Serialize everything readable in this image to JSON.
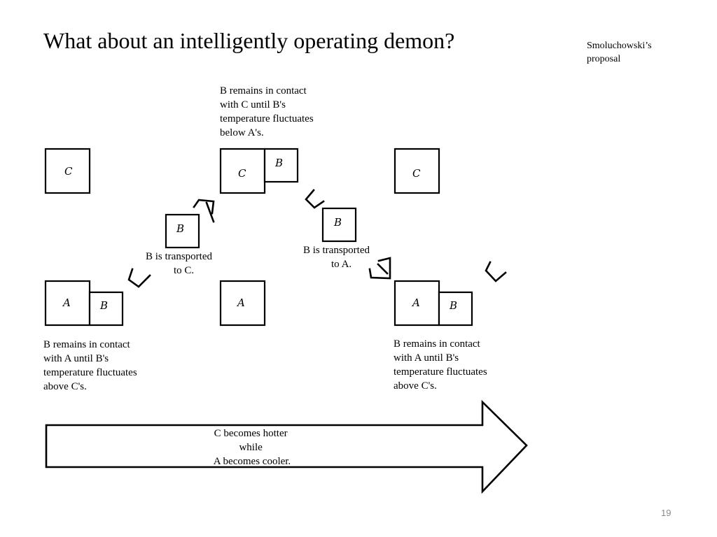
{
  "slide": {
    "title": "What about an intelligently  operating demon?",
    "side_note": [
      "Smoluchowski’s",
      "proposal"
    ],
    "page_number": "19"
  },
  "diagram": {
    "box_labels": {
      "A": "A",
      "B": "B",
      "C": "C"
    },
    "captions": {
      "top": [
        "B remains in contact",
        "with C until B's",
        "temperature fluctuates",
        "below A's."
      ],
      "left_bottom": [
        "B remains in contact",
        "with A until B's",
        "temperature fluctuates",
        "above C's."
      ],
      "right_bottom": [
        "B remains in contact",
        "with A until B's",
        "temperature fluctuates",
        "above C's."
      ],
      "transport_to_c": [
        "B is transported",
        "to C."
      ],
      "transport_to_a": [
        "B is transported",
        "to A."
      ]
    },
    "arrow_text": [
      "C becomes hotter",
      "while",
      "A becomes cooler."
    ]
  }
}
